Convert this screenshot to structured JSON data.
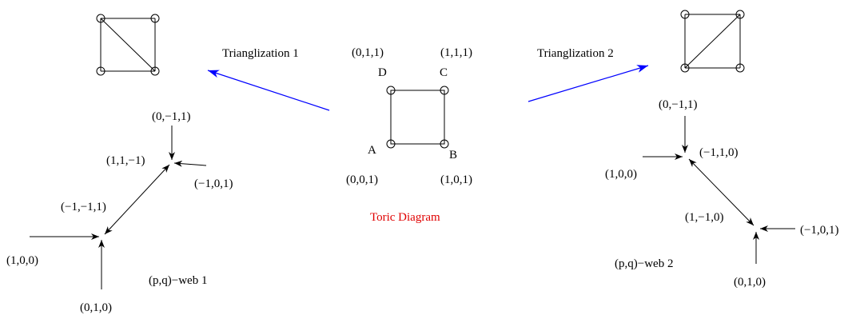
{
  "toric": {
    "title": "Toric Diagram",
    "vertices": [
      {
        "name": "A",
        "coord": "(0,0,1)"
      },
      {
        "name": "B",
        "coord": "(1,0,1)"
      },
      {
        "name": "C",
        "coord": "(1,1,1)"
      },
      {
        "name": "D",
        "coord": "(0,1,1)"
      }
    ]
  },
  "triangulation1": {
    "label": "Trianglization 1"
  },
  "triangulation2": {
    "label": "Trianglization 2"
  },
  "web1": {
    "label": "(p,q)−web 1",
    "vectors": {
      "top_in": "(0,−1,1)",
      "diag_upper": "(1,1,−1)",
      "right_in": "(−1,0,1)",
      "diag_lower": "(−1,−1,1)",
      "left_in": "(1,0,0)",
      "bottom_in": "(0,1,0)"
    }
  },
  "web2": {
    "label": "(p,q)−web 2",
    "vectors": {
      "top_in": "(0,−1,1)",
      "diag_upper": "(−1,1,0)",
      "left_in": "(1,0,0)",
      "diag_lower": "(1,−1,0)",
      "right_in": "(−1,0,1)",
      "bottom_in": "(0,1,0)"
    }
  },
  "colors": {
    "arrow": "#0000ff",
    "title": "#e00000",
    "line": "#000000"
  }
}
